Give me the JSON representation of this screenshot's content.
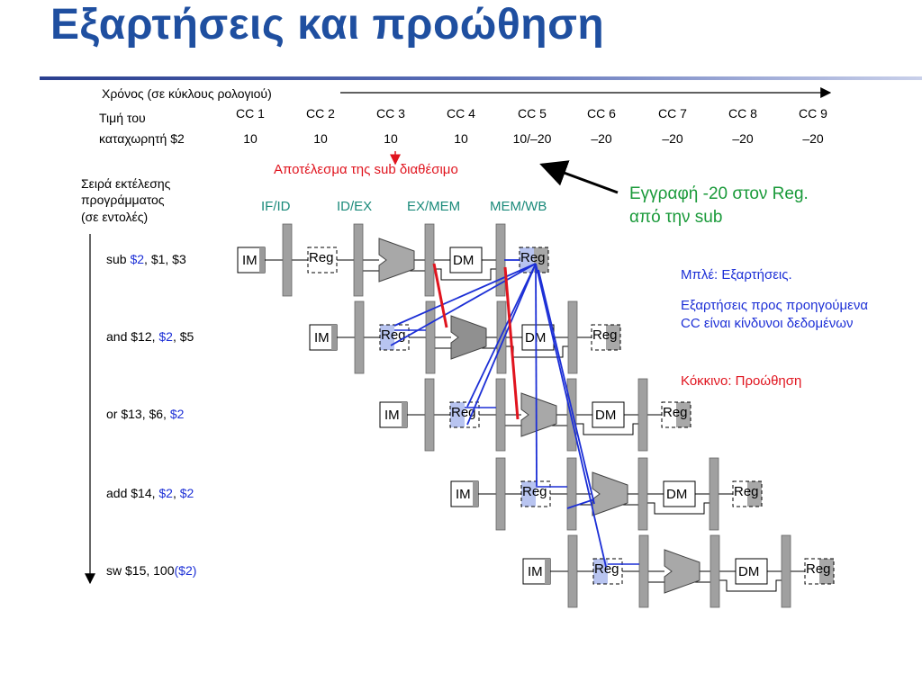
{
  "title": "Εξαρτήσεις και προώθηση",
  "timeline": {
    "time_label": "Χρόνος (σε κύκλους ρολογιού)",
    "register_label_line1": "Τιμή του",
    "register_label_line2": "καταχωρητή $2",
    "cycles": [
      {
        "cc": "CC 1",
        "value": "10"
      },
      {
        "cc": "CC 2",
        "value": "10"
      },
      {
        "cc": "CC 3",
        "value": "10"
      },
      {
        "cc": "CC 4",
        "value": "10"
      },
      {
        "cc": "CC 5",
        "value": "10/–20"
      },
      {
        "cc": "CC 6",
        "value": "–20"
      },
      {
        "cc": "CC 7",
        "value": "–20"
      },
      {
        "cc": "CC 8",
        "value": "–20"
      },
      {
        "cc": "CC 9",
        "value": "–20"
      }
    ]
  },
  "result_note": "Αποτέλεσμα της sub διαθέσιμο",
  "write_note_line1": "Εγγραφή -20 στον Reg.",
  "write_note_line2": "από την sub",
  "order_label": {
    "line1": "Σειρά εκτέλεσης",
    "line2": "προγράμματος",
    "line3": "(σε εντολές)"
  },
  "pipeline_registers": [
    "IF/ID",
    "ID/EX",
    "EX/MEM",
    "MEM/WB"
  ],
  "instructions": [
    {
      "parts": [
        {
          "t": "sub ",
          "c": ""
        },
        {
          "t": "$2",
          "c": "blue"
        },
        {
          "t": ", $1, $3",
          "c": ""
        }
      ]
    },
    {
      "parts": [
        {
          "t": "and $12,  ",
          "c": ""
        },
        {
          "t": "$2",
          "c": "blue"
        },
        {
          "t": ", $5",
          "c": ""
        }
      ]
    },
    {
      "parts": [
        {
          "t": "or $13, $6, ",
          "c": ""
        },
        {
          "t": "$2",
          "c": "blue"
        }
      ]
    },
    {
      "parts": [
        {
          "t": "add $14, ",
          "c": ""
        },
        {
          "t": "$2",
          "c": "blue"
        },
        {
          "t": ", ",
          "c": ""
        },
        {
          "t": "$2",
          "c": "blue"
        }
      ]
    },
    {
      "parts": [
        {
          "t": "sw $15, 100",
          "c": ""
        },
        {
          "t": "($2)",
          "c": "blue"
        }
      ]
    }
  ],
  "units": {
    "im": "IM",
    "reg": "Reg",
    "dm": "DM"
  },
  "legend": {
    "blue": "Μπλέ: Εξαρτήσεις.",
    "hazard": "Εξαρτήσεις προς προηγούμενα CC είναι κίνδυνοι δεδομένων",
    "red": "Κόκκινο: Προώθηση"
  },
  "colors": {
    "title": "#1f4fa0",
    "dependency": "#1c2fd6",
    "forwarding": "#e0141e",
    "note_green": "#1a9a3a",
    "stage_label": "#1a8a7a",
    "pipe_register": "#a0a0a0",
    "reg_highlight": "#b8c4f0"
  }
}
